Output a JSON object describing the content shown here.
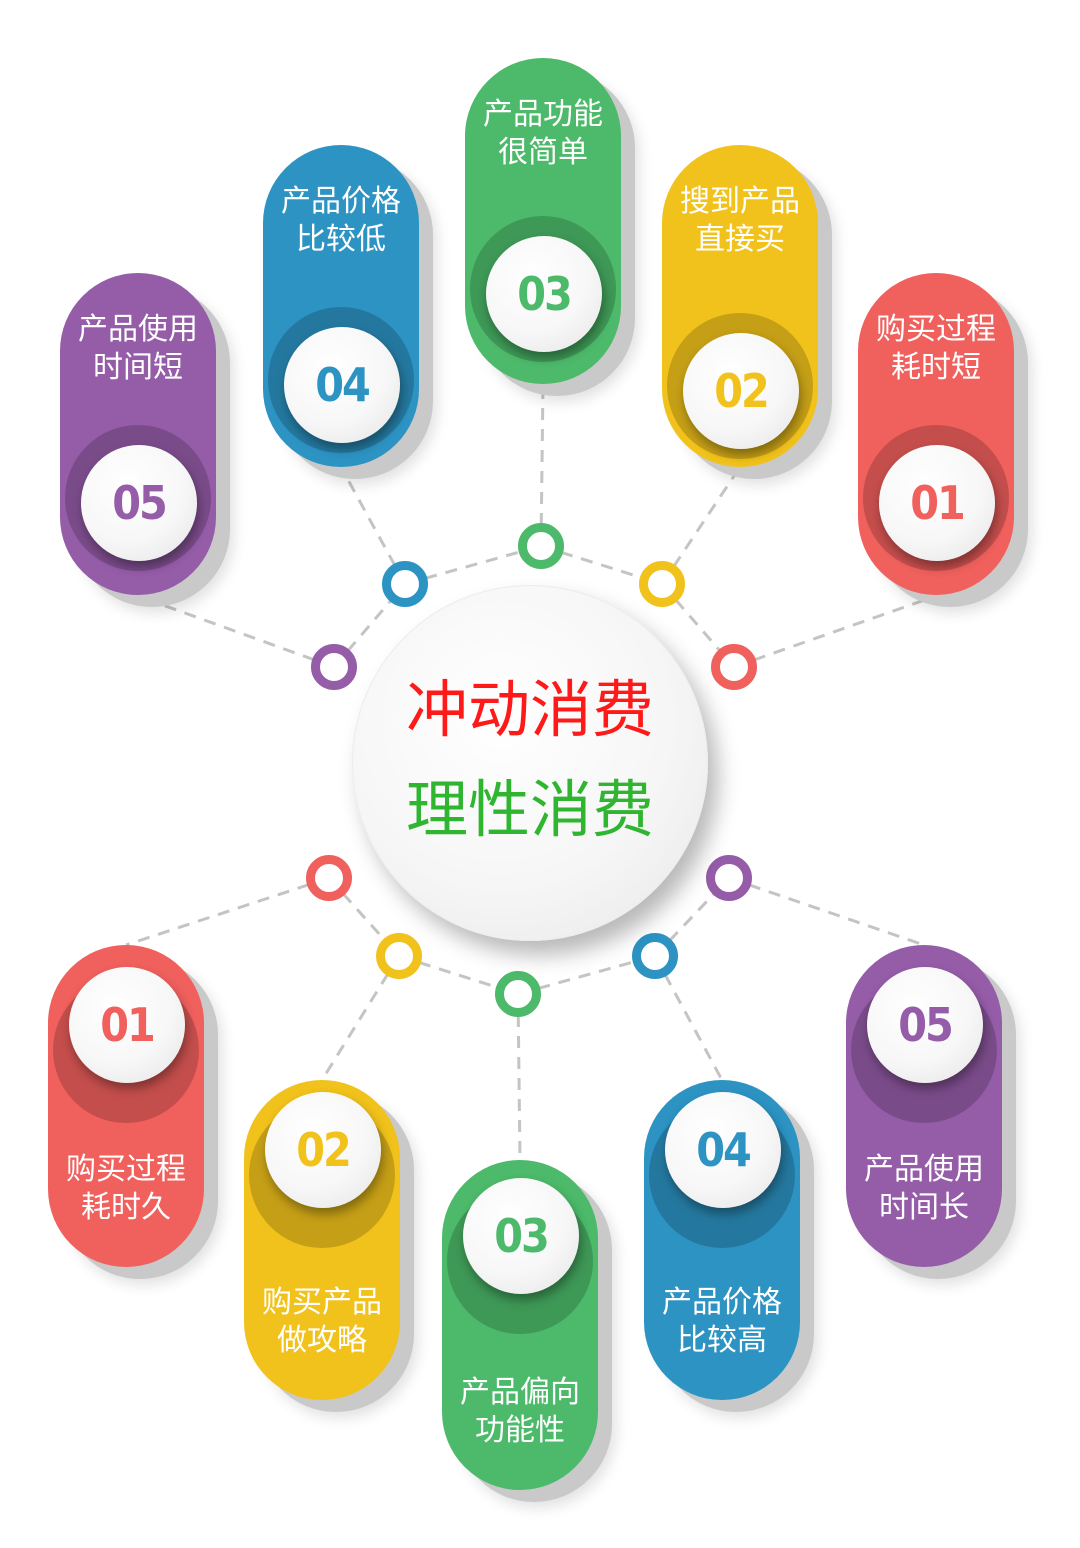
{
  "center": {
    "line1": "冲动消费",
    "line2": "理性消费",
    "line1_color": "#ff1a1a",
    "line2_color": "#2fb52f"
  },
  "palette": {
    "red": "#f0605d",
    "yellow": "#f1c21b",
    "green": "#4cba6a",
    "blue": "#2c93c3",
    "purple": "#955ca8"
  },
  "impulse_items": [
    {
      "number": "01",
      "label": "购买过程\n耗时短",
      "color": "red"
    },
    {
      "number": "02",
      "label": "搜到产品\n直接买",
      "color": "yellow"
    },
    {
      "number": "03",
      "label": "产品功能\n很简单",
      "color": "green"
    },
    {
      "number": "04",
      "label": "产品价格\n比较低",
      "color": "blue"
    },
    {
      "number": "05",
      "label": "产品使用\n时间短",
      "color": "purple"
    }
  ],
  "rational_items": [
    {
      "number": "01",
      "label": "购买过程\n耗时久",
      "color": "red"
    },
    {
      "number": "02",
      "label": "购买产品\n做攻略",
      "color": "yellow"
    },
    {
      "number": "03",
      "label": "产品偏向\n功能性",
      "color": "green"
    },
    {
      "number": "04",
      "label": "产品价格\n比较高",
      "color": "blue"
    },
    {
      "number": "05",
      "label": "产品使用\n时间长",
      "color": "purple"
    }
  ]
}
